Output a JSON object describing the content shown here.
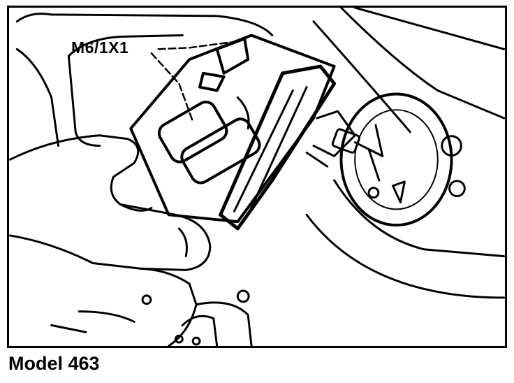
{
  "figure": {
    "callout": "M6/1X1",
    "caption": "Model 463"
  },
  "colors": {
    "ink": "#000000",
    "paper": "#ffffff"
  },
  "icons": [
    "hand-illustration",
    "lamp-housing-illustration",
    "connector-illustration"
  ]
}
